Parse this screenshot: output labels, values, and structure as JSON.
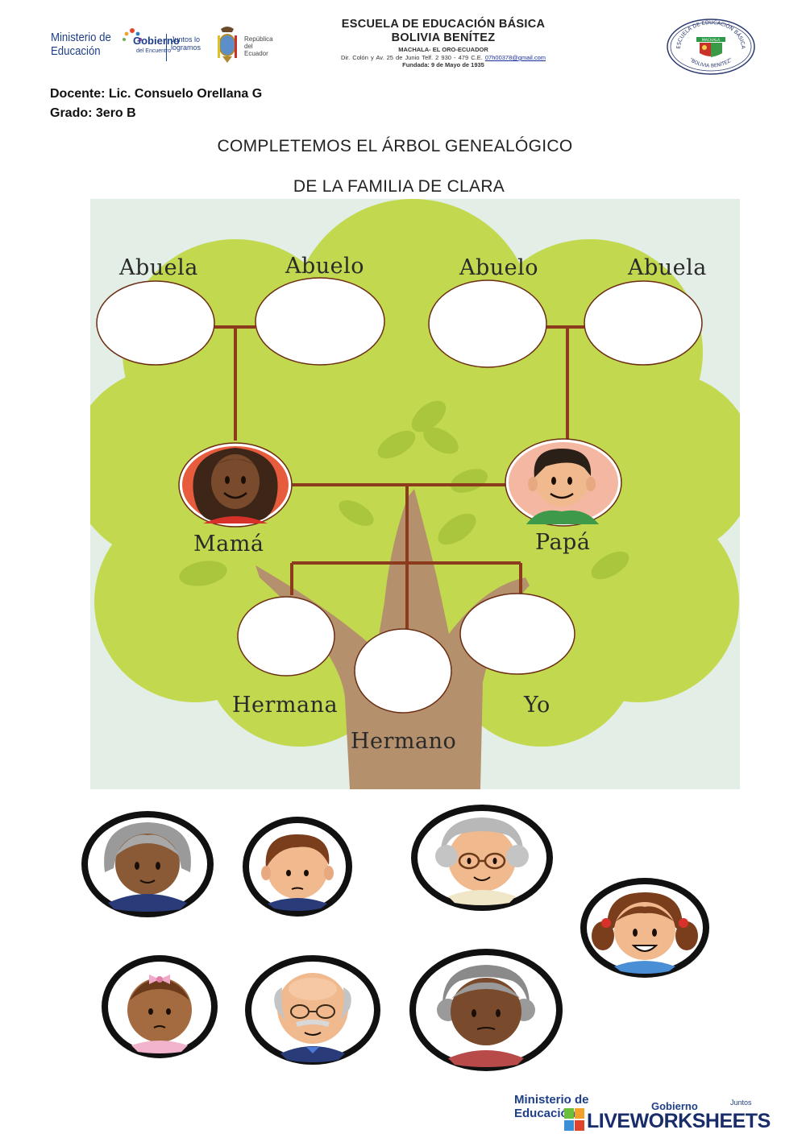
{
  "header": {
    "ministry": "Ministerio de Educación",
    "gobierno": "Gobierno",
    "gobierno_sub": "del Encuentro",
    "juntos": "Juntos lo logramos",
    "republica": "República del Ecuador",
    "school_line1": "ESCUELA DE EDUCACIÓN BÁSICA",
    "school_line2": "BOLIVIA BENÍTEZ",
    "school_line3": "MACHALA- EL ORO-ECUADOR",
    "school_address": "Dir. Colón y Av. 25 de Junio    Telf. 2 930 - 479          C.E.",
    "school_email": "07h00378@gmail.com",
    "school_founded": "Fundada: 9 de Mayo de 1935",
    "seal_text_top": "ESCUELA DE EDUCACIÓN BÁSICA",
    "seal_text_bottom": "\"BOLIVIA BENÍTEZ\"",
    "seal_ribbon": "MACHALA"
  },
  "teacher": "Docente: Lic. Consuelo Orellana G",
  "grade": "Grado: 3ero B",
  "title_line1": "COMPLETEMOS EL ÁRBOL GENEALÓGICO",
  "title_line2": "DE LA FAMILIA DE CLARA",
  "tree": {
    "labels": {
      "grandma_left": "Abuela",
      "grandpa_left": "Abuelo",
      "grandpa_right": "Abuelo",
      "grandma_right": "Abuela",
      "mom": "Mamá",
      "dad": "Papá",
      "sister": "Hermana",
      "brother": "Hermano",
      "me": "Yo"
    },
    "colors": {
      "leaves": "#c2d94f",
      "leaves_light": "#a9c63c",
      "trunk": "#b5906c",
      "branch_line": "#8c3b1c",
      "background": "#e3eee6"
    }
  },
  "stickers": [
    {
      "name": "grandma-light"
    },
    {
      "name": "boy"
    },
    {
      "name": "grandpa-glasses"
    },
    {
      "name": "girl-pigtails"
    },
    {
      "name": "baby-girl"
    },
    {
      "name": "grandpa-bald"
    },
    {
      "name": "grandma-dark"
    }
  ],
  "footer": {
    "ministry": "Ministerio de Educación",
    "gobierno": "Gobierno",
    "juntos": "Juntos",
    "brand": "LIVEWORKSHEETS"
  }
}
